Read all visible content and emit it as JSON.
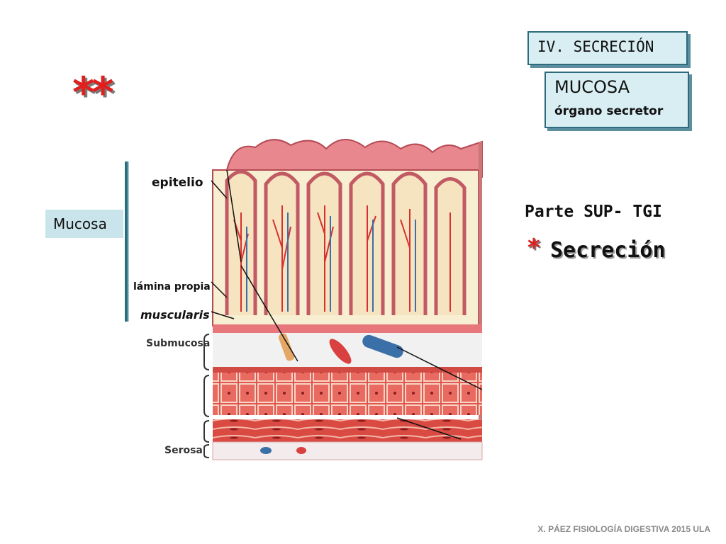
{
  "header": {
    "section_title": "IV. SECRECIÓN",
    "box_title": "MUCOSA",
    "box_subtitle": "órgano secretor"
  },
  "decor": {
    "stars": "**",
    "bullet_star": "*"
  },
  "right_text": {
    "parte": "Parte SUP- TGI",
    "secrecion": "Secreción"
  },
  "diagram": {
    "group_label": "Mucosa",
    "labels": {
      "epitelio": "epitelio",
      "lamina_propia": "lámina propia",
      "muscularis": "muscularis",
      "submucosa": "Submucosa",
      "serosa": "Serosa"
    }
  },
  "footer": {
    "text": "X. PÁEZ   FISIOLOGÍA DIGESTIVA 2015 ULA"
  },
  "colors": {
    "accent_red": "#e0201e",
    "box_fill": "#d8eef3",
    "box_border": "#2d6b7c",
    "tissue_pink": "#e8888e",
    "muscle_red": "#d94a43",
    "vein_blue": "#3b6fa8"
  }
}
